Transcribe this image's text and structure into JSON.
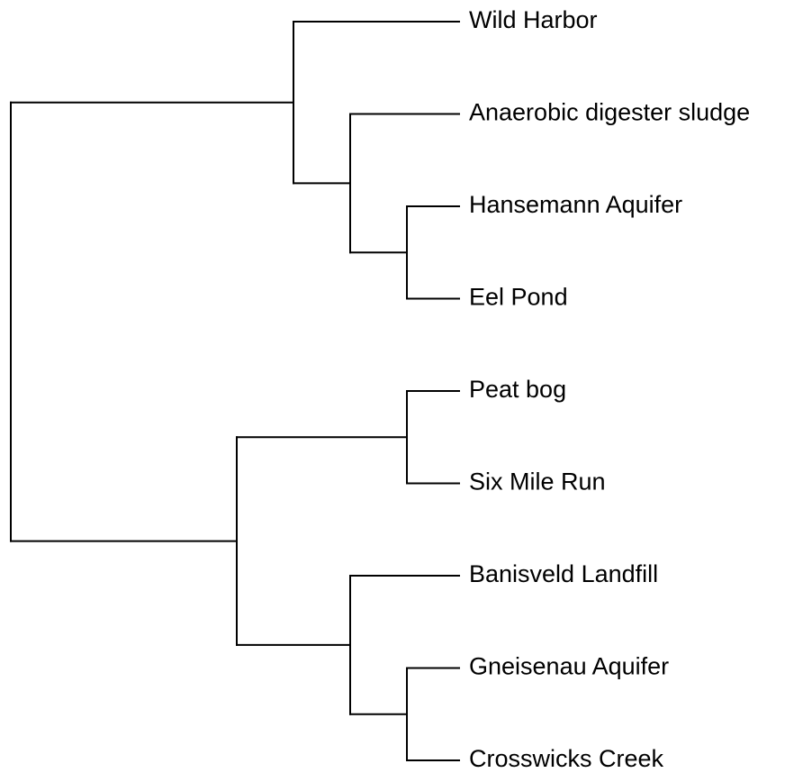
{
  "tree": {
    "leaf_order": [
      "Wild Harbor",
      "Anaerobic digester sludge",
      "Hansemann Aquifer",
      "Eel Pond",
      "Peat bog",
      "Six Mile Run",
      "Banisveld Landfill",
      "Gneisenau Aquifer",
      "Crosswicks Creek"
    ],
    "root": {
      "children": [
        {
          "children": [
            {
              "leaf": 0
            },
            {
              "children": [
                {
                  "leaf": 1
                },
                {
                  "children": [
                    {
                      "leaf": 2
                    },
                    {
                      "leaf": 3
                    }
                  ]
                }
              ]
            }
          ]
        },
        {
          "children": [
            {
              "children": [
                {
                  "leaf": 4
                },
                {
                  "leaf": 5
                }
              ]
            },
            {
              "children": [
                {
                  "leaf": 6
                },
                {
                  "children": [
                    {
                      "leaf": 7
                    },
                    {
                      "leaf": 8
                    }
                  ]
                }
              ]
            }
          ]
        }
      ]
    }
  }
}
